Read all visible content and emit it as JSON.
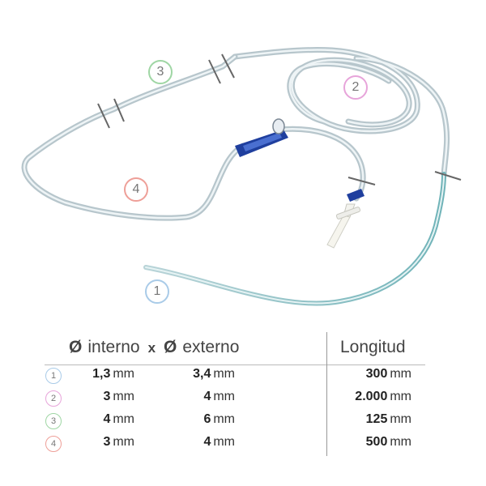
{
  "callouts": [
    {
      "label": "1",
      "color": "#a9cbe8"
    },
    {
      "label": "2",
      "color": "#e7a4da"
    },
    {
      "label": "3",
      "color": "#9fd6a4"
    },
    {
      "label": "4",
      "color": "#ee9f98"
    }
  ],
  "table": {
    "header": {
      "diameter_symbol_1": "Ø",
      "inner_label": "interno",
      "times": "x",
      "diameter_symbol_2": "Ø",
      "outer_label": "externo",
      "length_label": "Longitud"
    },
    "unit": "mm",
    "rows": [
      {
        "badge": "1",
        "color": "#a9cbe8",
        "inner": "1,3",
        "outer": "3,4",
        "length": "300"
      },
      {
        "badge": "2",
        "color": "#e7a4da",
        "inner": "3",
        "outer": "4",
        "length": "2.000"
      },
      {
        "badge": "3",
        "color": "#9fd6a4",
        "inner": "4",
        "outer": "6",
        "length": "125"
      },
      {
        "badge": "4",
        "color": "#ee9f98",
        "inner": "3",
        "outer": "4",
        "length": "500"
      }
    ]
  }
}
